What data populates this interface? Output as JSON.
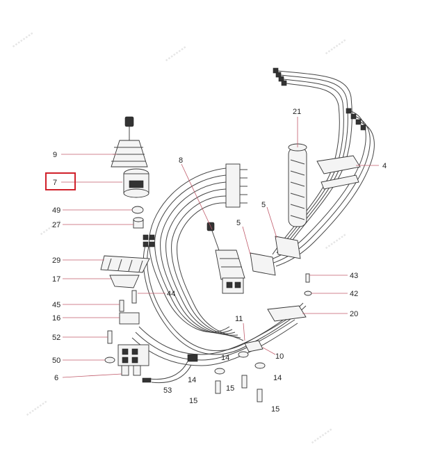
{
  "callouts": [
    {
      "id": "9",
      "label": "9"
    },
    {
      "id": "7",
      "label": "7"
    },
    {
      "id": "49",
      "label": "49"
    },
    {
      "id": "27",
      "label": "27"
    },
    {
      "id": "29",
      "label": "29"
    },
    {
      "id": "17",
      "label": "17"
    },
    {
      "id": "45",
      "label": "45"
    },
    {
      "id": "16",
      "label": "16"
    },
    {
      "id": "52",
      "label": "52"
    },
    {
      "id": "50",
      "label": "50"
    },
    {
      "id": "6",
      "label": "6"
    },
    {
      "id": "53",
      "label": "53"
    },
    {
      "id": "15a",
      "label": "15"
    },
    {
      "id": "15b",
      "label": "15"
    },
    {
      "id": "15c",
      "label": "15"
    },
    {
      "id": "14a",
      "label": "14"
    },
    {
      "id": "14b",
      "label": "14"
    },
    {
      "id": "14c",
      "label": "14"
    },
    {
      "id": "44",
      "label": "44"
    },
    {
      "id": "8",
      "label": "8"
    },
    {
      "id": "11",
      "label": "11"
    },
    {
      "id": "10",
      "label": "10"
    },
    {
      "id": "5a",
      "label": "5"
    },
    {
      "id": "5b",
      "label": "5"
    },
    {
      "id": "21",
      "label": "21"
    },
    {
      "id": "4",
      "label": "4"
    },
    {
      "id": "43",
      "label": "43"
    },
    {
      "id": "42",
      "label": "42"
    },
    {
      "id": "20",
      "label": "20"
    }
  ],
  "highlight": {
    "callout": "7",
    "color": "#d0202a"
  },
  "colors": {
    "leader": "#c05a6a",
    "line": "#444444"
  }
}
